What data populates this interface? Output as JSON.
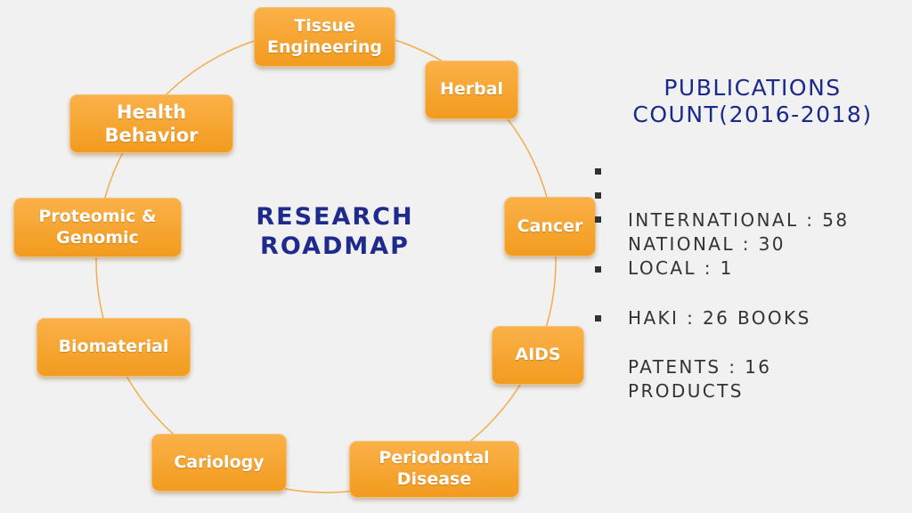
{
  "diagram": {
    "center_title": "RESEARCH\nROADMAP",
    "nodes": [
      {
        "id": "tissue-engineering",
        "label": "Tissue\nEngineering"
      },
      {
        "id": "herbal",
        "label": "Herbal"
      },
      {
        "id": "cancer",
        "label": "Cancer"
      },
      {
        "id": "aids",
        "label": "AIDS"
      },
      {
        "id": "periodontal-disease",
        "label": "Periodontal\nDisease"
      },
      {
        "id": "cariology",
        "label": "Cariology"
      },
      {
        "id": "biomaterial",
        "label": "Biomaterial"
      },
      {
        "id": "proteomic-genomic",
        "label": "Proteomic &\nGenomic"
      },
      {
        "id": "health-behavior",
        "label": "Health\nBehavior"
      }
    ],
    "ring_color": "#f2ad4e",
    "node_color": "#f7a531",
    "title_color": "#1e2a8c"
  },
  "publications": {
    "title": "PUBLICATIONS\nCOUNT(2016-2018)",
    "items": [
      {
        "text": "INTERNATIONAL : 58"
      },
      {
        "text": "NATIONAL : 30"
      },
      {
        "text": "LOCAL : 1"
      },
      {
        "text": "HAKI : 26 BOOKS"
      },
      {
        "text": "PATENTS : 16\nPRODUCTS"
      }
    ],
    "bullet_style": "square"
  }
}
